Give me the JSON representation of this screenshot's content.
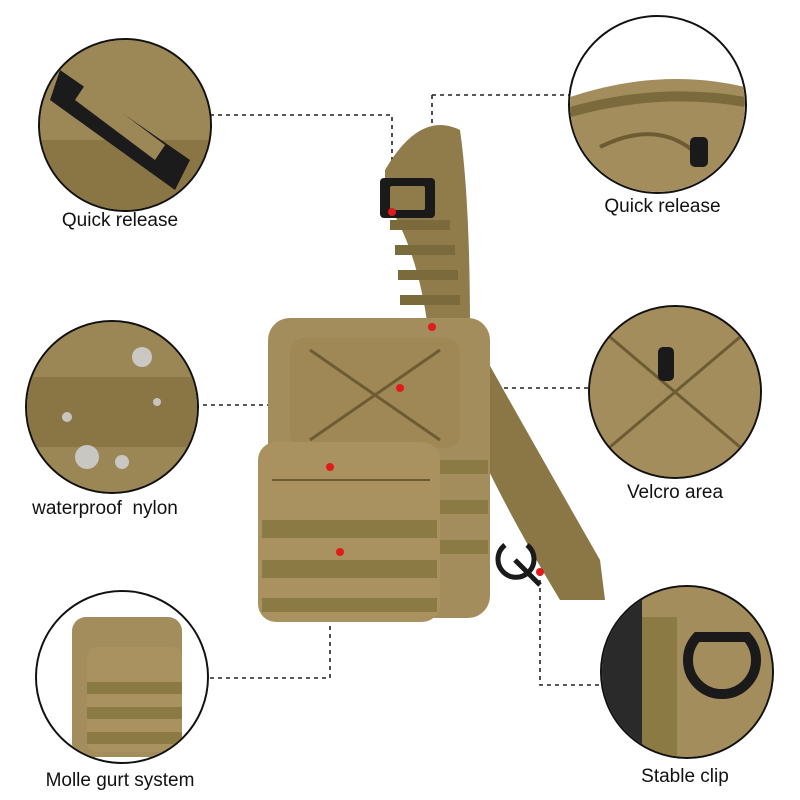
{
  "callouts": {
    "quick_release_left": "Quick release",
    "quick_release_right": "Quick release",
    "waterproof_nylon": "waterproof  nylon",
    "velcro_area": "Velcro area",
    "molle_system": "Molle gurt system",
    "stable_clip": "Stable clip"
  },
  "colors": {
    "fabric": "#a08a5a",
    "fabric_dark": "#7d6a40",
    "webbing": "#8c7a45",
    "marker": "#e01b1b",
    "line": "#222222"
  }
}
